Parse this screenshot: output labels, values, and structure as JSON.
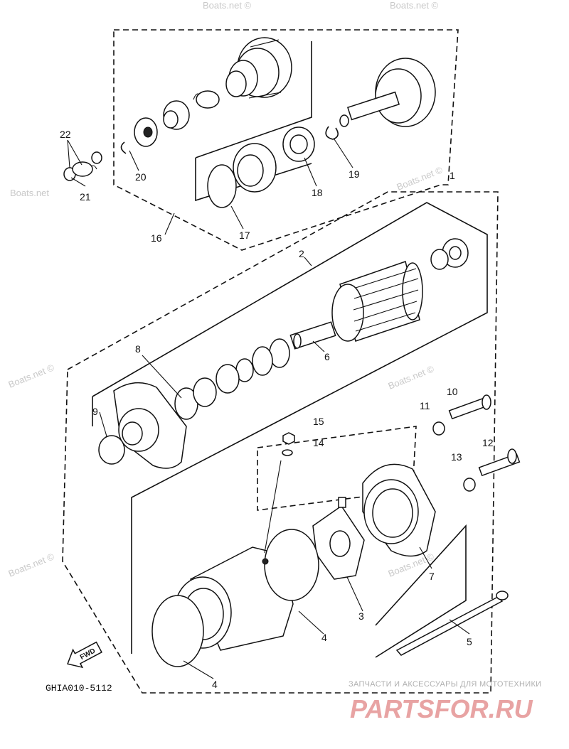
{
  "watermarks": [
    "Boats.net",
    "Boats.net ©",
    "Boats.net ©",
    "Boats.net ©",
    "Boats.net ©",
    "Boats.net ©",
    "Boats.net ©",
    "Boats.net ©"
  ],
  "callouts": [
    "1",
    "2",
    "3",
    "4",
    "4",
    "5",
    "6",
    "7",
    "8",
    "9",
    "10",
    "11",
    "12",
    "13",
    "14",
    "15",
    "16",
    "17",
    "18",
    "19",
    "20",
    "21",
    "22"
  ],
  "fwd_label": "FWD",
  "drawing_code": "GHIA010-5112",
  "brand": {
    "subtitle": "ЗАПЧАСТИ И АКСЕССУАРЫ ДЛЯ МОТОТЕХНИКИ",
    "name": "PARTSFOR.RU"
  }
}
